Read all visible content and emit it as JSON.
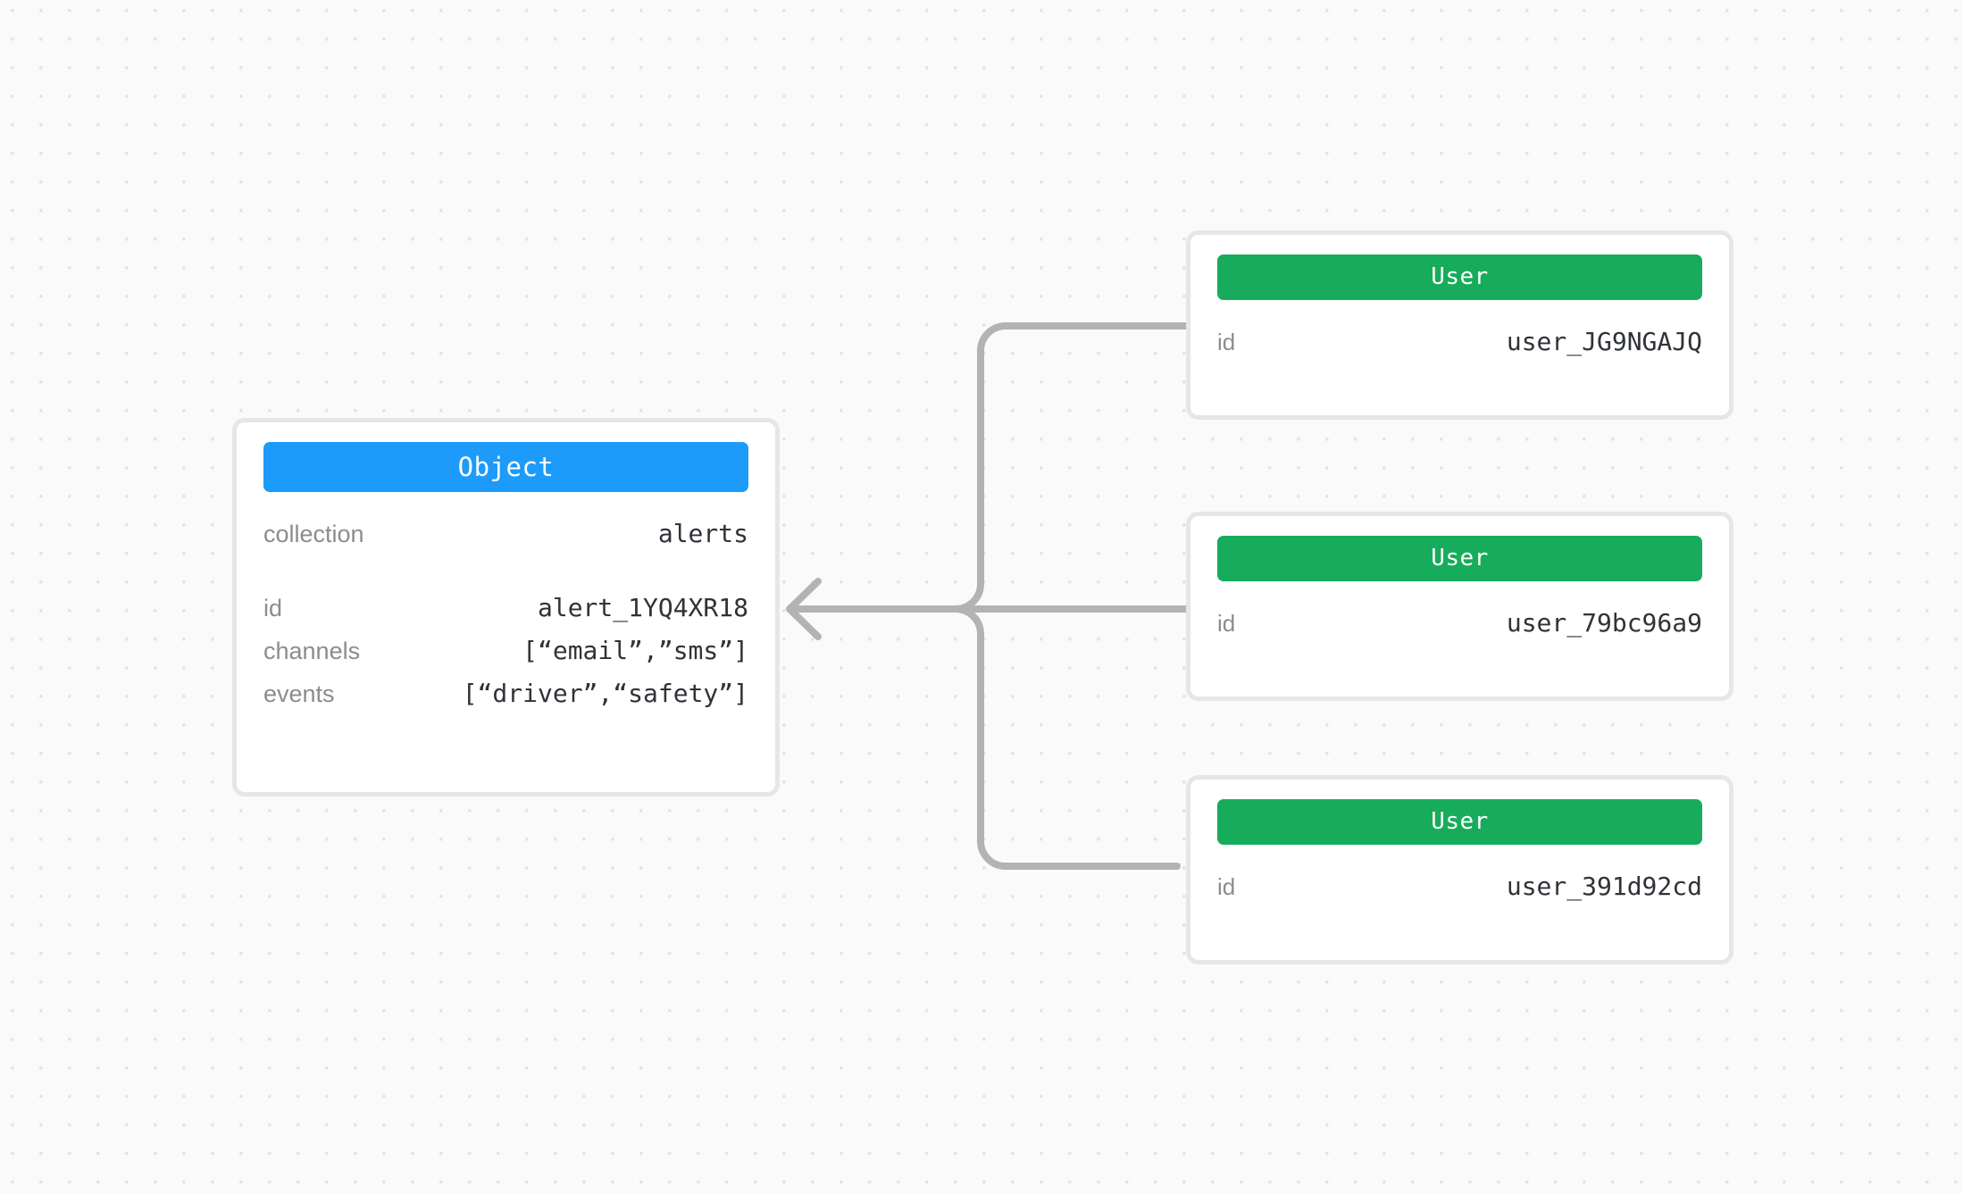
{
  "canvas": {
    "background_color": "#fafafa",
    "dot_color": "#e3e3e3",
    "edge_color": "#b3b3b3",
    "card_border_color": "#e6e6e6"
  },
  "object_node": {
    "header_label": "Object",
    "header_color": "#1c9bfb",
    "primary_group": [
      {
        "key": "collection",
        "value": "alerts"
      }
    ],
    "detail_group": [
      {
        "key": "id",
        "value": "alert_1YQ4XR18"
      },
      {
        "key": "channels",
        "value": "[“email”,”sms”]"
      },
      {
        "key": "events",
        "value": "[“driver”,“safety”]"
      }
    ]
  },
  "user_nodes": [
    {
      "header_label": "User",
      "header_color": "#17ac5b",
      "fields": [
        {
          "key": "id",
          "value": "user_JG9NGAJQ"
        }
      ]
    },
    {
      "header_label": "User",
      "header_color": "#17ac5b",
      "fields": [
        {
          "key": "id",
          "value": "user_79bc96a9"
        }
      ]
    },
    {
      "header_label": "User",
      "header_color": "#17ac5b",
      "fields": [
        {
          "key": "id",
          "value": "user_391d92cd"
        }
      ]
    }
  ],
  "edges": [
    {
      "name": "edge-user-0-to-object",
      "from": "user_JG9NGAJQ",
      "to": "alert_1YQ4XR18"
    },
    {
      "name": "edge-user-1-to-object",
      "from": "user_79bc96a9",
      "to": "alert_1YQ4XR18"
    },
    {
      "name": "edge-user-2-to-object",
      "from": "user_391d92cd",
      "to": "alert_1YQ4XR18"
    }
  ]
}
